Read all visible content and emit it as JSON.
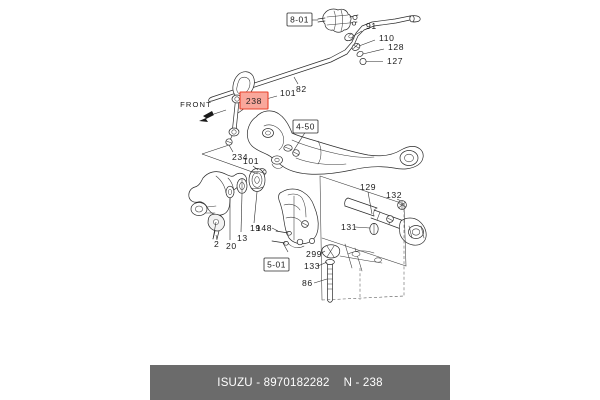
{
  "document": {
    "type": "parts-diagram",
    "title": "ISUZU front suspension parts diagram",
    "orientation_label": "FRONT"
  },
  "footer": {
    "brand_and_part": "ISUZU - 8970182282",
    "figure_code": "N - 238",
    "background_color": "#6b6b6b",
    "text_color": "#ffffff"
  },
  "highlight": {
    "number": "238",
    "fill_color": "#f9a79b",
    "border_color": "#e8402a"
  },
  "reference_boxes": [
    {
      "label": "8-01"
    },
    {
      "label": "4-50"
    },
    {
      "label": "5-01"
    }
  ],
  "callouts": [
    {
      "number": "91"
    },
    {
      "number": "110"
    },
    {
      "number": "128"
    },
    {
      "number": "127"
    },
    {
      "number": "82"
    },
    {
      "number": "101"
    },
    {
      "number": "101"
    },
    {
      "number": "234"
    },
    {
      "number": "2"
    },
    {
      "number": "20"
    },
    {
      "number": "13"
    },
    {
      "number": "19"
    },
    {
      "number": "148"
    },
    {
      "number": "299"
    },
    {
      "number": "133"
    },
    {
      "number": "86"
    },
    {
      "number": "129"
    },
    {
      "number": "132"
    },
    {
      "number": "131"
    }
  ],
  "labels": {
    "n91": "91",
    "n110": "110",
    "n128": "128",
    "n127": "127",
    "n82": "82",
    "n101a": "101",
    "n101b": "101",
    "n234": "234",
    "n2": "2",
    "n20": "20",
    "n13": "13",
    "n19": "19",
    "n148": "148",
    "n299": "299",
    "n133": "133",
    "n86": "86",
    "n129": "129",
    "n132": "132",
    "n131": "131",
    "ref801": "8-01",
    "ref450": "4-50",
    "ref501": "5-01",
    "front": "FRONT",
    "hl238": "238"
  }
}
